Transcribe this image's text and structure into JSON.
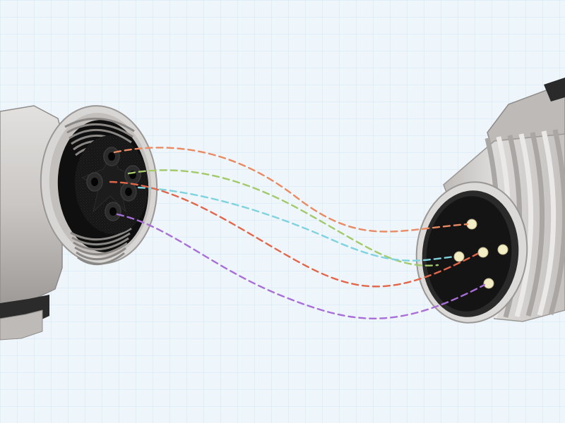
{
  "diagram": {
    "background_color": "#eef6fc",
    "grid_color": "#d3e6f5",
    "female_connector": {
      "icon": "m12-female-socket-icon",
      "body_color": "#c9c6c4",
      "body_dark": "#9e9b99",
      "rim_color": "#dedcda",
      "face_color": "#151515",
      "socket_ring_color": "#2b2b2b",
      "socket_count": 5
    },
    "male_connector": {
      "icon": "m12-male-plug-icon",
      "body_color": "#cfccca",
      "thread_dark": "#b4b1af",
      "rim_color": "#e2e0de",
      "face_color": "#141414",
      "pin_color": "#f2edc4",
      "pin_count": 5
    },
    "wires": [
      {
        "color": "#ea8a62",
        "from_socket": 1,
        "to_pin": 1
      },
      {
        "color": "#a3c96a",
        "from_socket": 2,
        "to_pin": 2
      },
      {
        "color": "#7fd3de",
        "from_socket": 3,
        "to_pin": 3
      },
      {
        "color": "#e2674a",
        "from_socket": 4,
        "to_pin": 4
      },
      {
        "color": "#a86fd8",
        "from_socket": 5,
        "to_pin": 5
      }
    ]
  }
}
